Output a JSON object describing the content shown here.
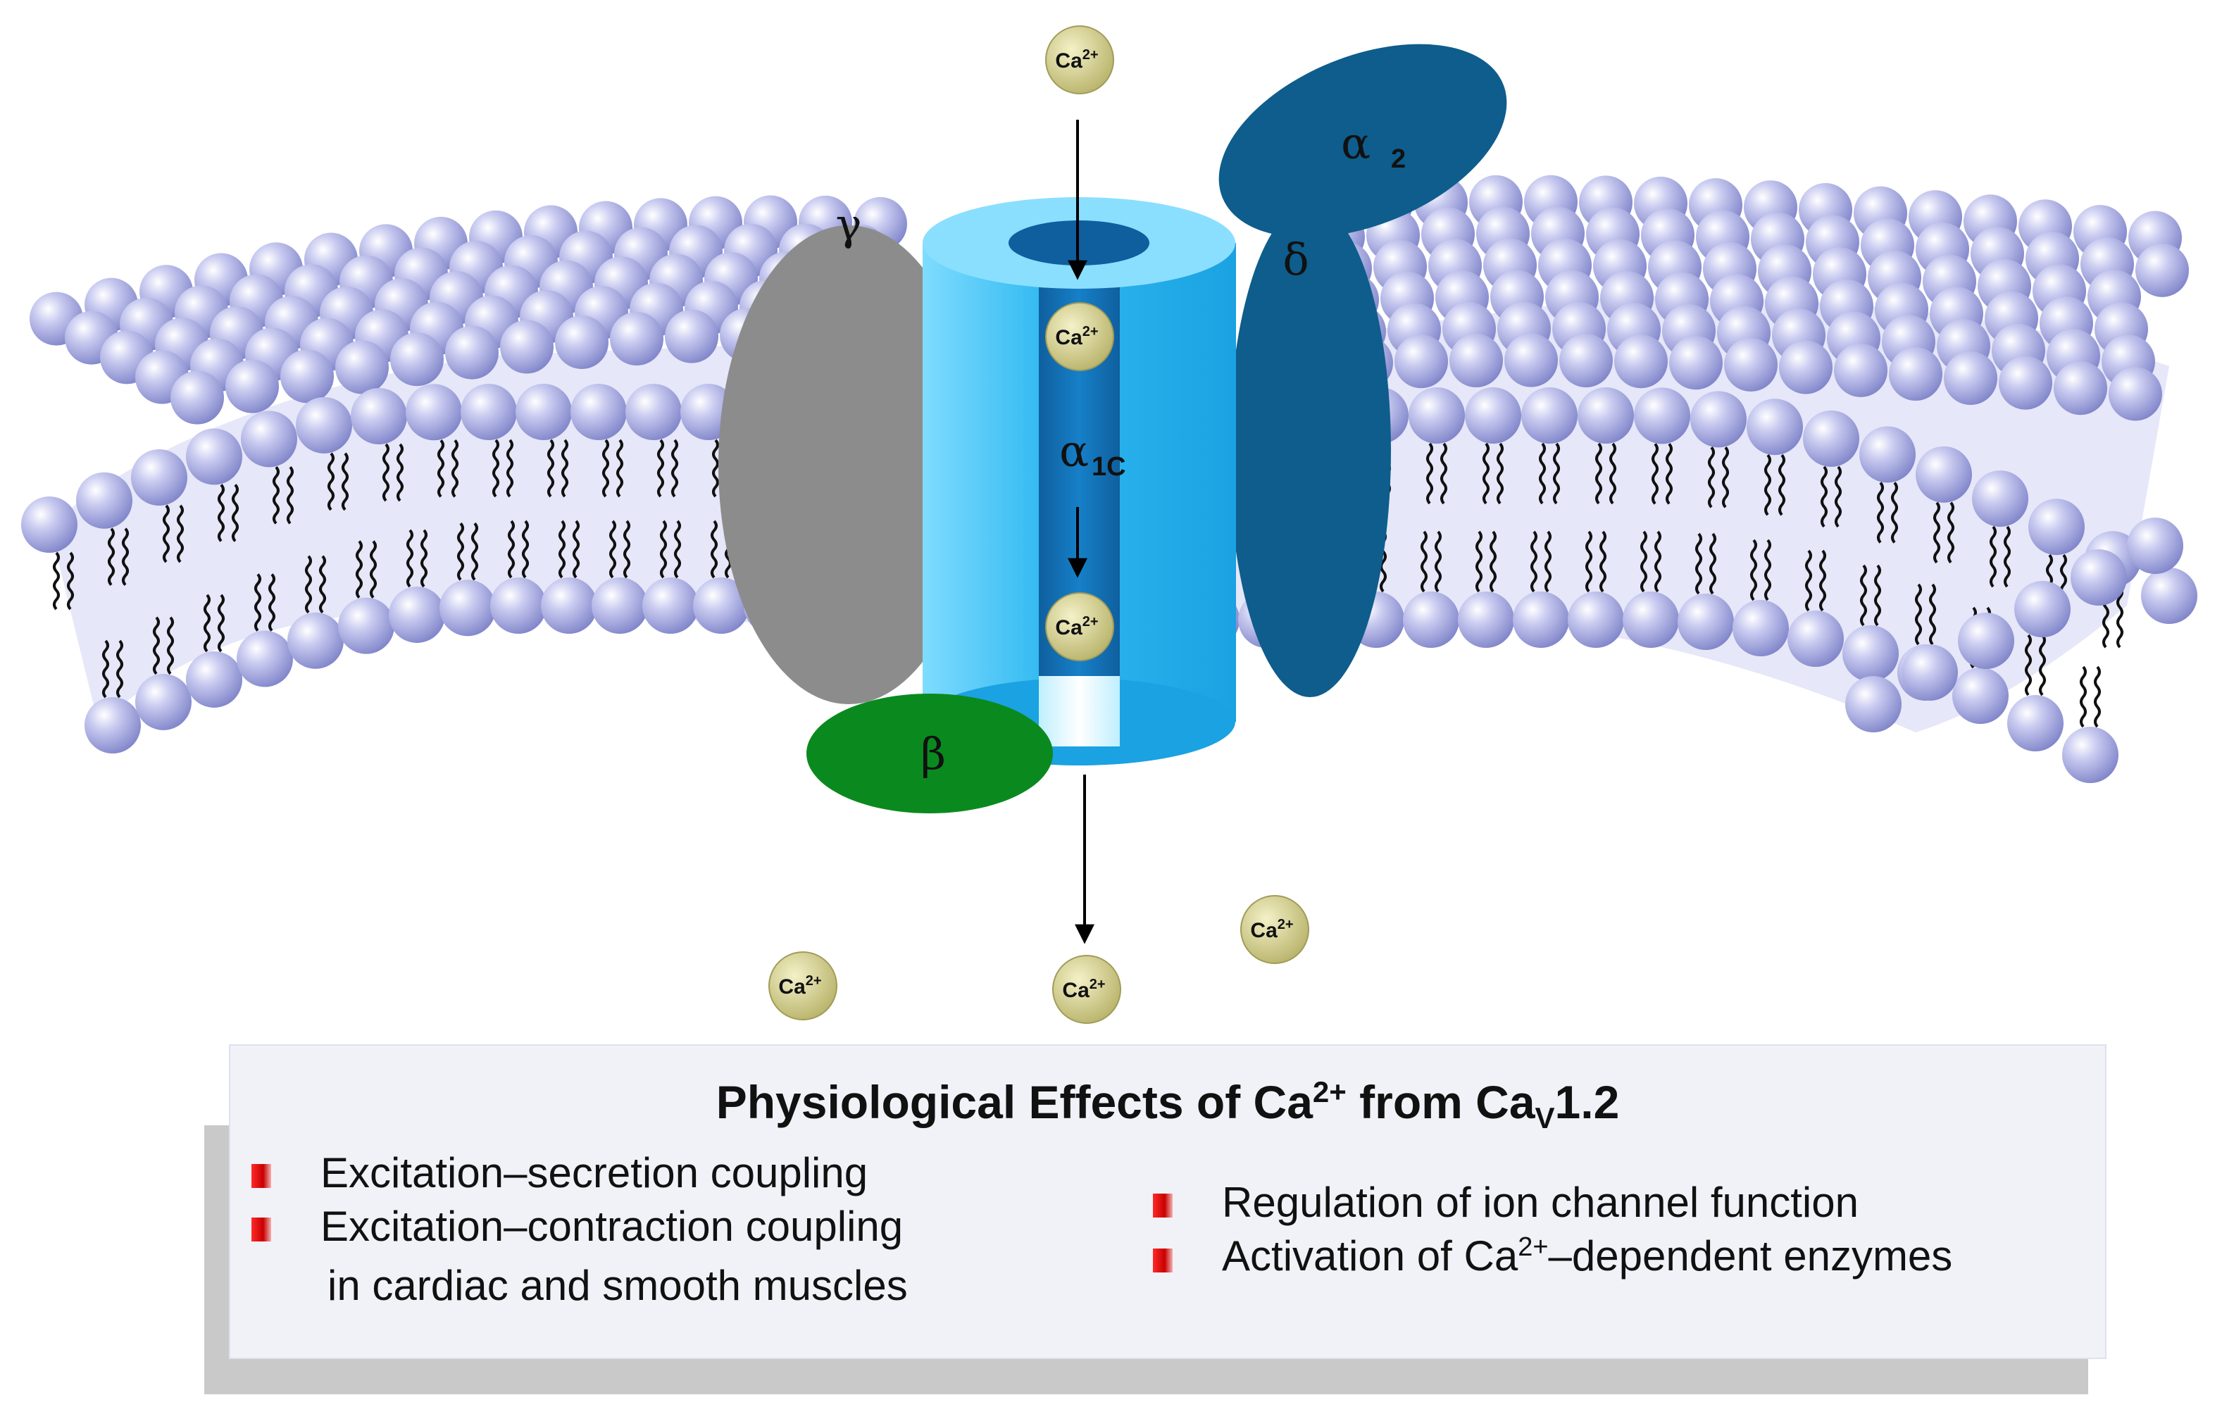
{
  "diagram": {
    "subunits": {
      "alpha1c": {
        "symbol": "α",
        "subscript": "1C"
      },
      "alpha2": {
        "symbol": "α",
        "subscript": "2"
      },
      "delta": {
        "symbol": "δ"
      },
      "gamma": {
        "symbol": "γ"
      },
      "beta": {
        "symbol": "β"
      }
    },
    "ion": {
      "base": "Ca",
      "charge": "2+"
    },
    "colors": {
      "lipid_head": "#9fa3dc",
      "membrane_fill": "#e4e5f7",
      "channel_light": "#38c3f4",
      "channel_dark": "#0f6fb3",
      "alpha2_delta": "#0e5d8c",
      "gamma": "#8c8c8c",
      "beta": "#0a8a1e",
      "ion": "#d4d08e"
    }
  },
  "panel": {
    "title_prefix": "Physiological Effects of Ca",
    "title_sup": "2+",
    "title_middle": " from Ca",
    "title_sub": "V",
    "title_suffix": "1.2",
    "left_items": [
      "Excitation–secretion coupling",
      "Excitation–contraction coupling",
      "in cardiac and smooth muscles"
    ],
    "right_items": [
      {
        "text": "Regulation of ion channel function"
      },
      {
        "prefix": "Activation of Ca",
        "sup": "2+",
        "suffix": "–dependent enzymes"
      }
    ]
  }
}
